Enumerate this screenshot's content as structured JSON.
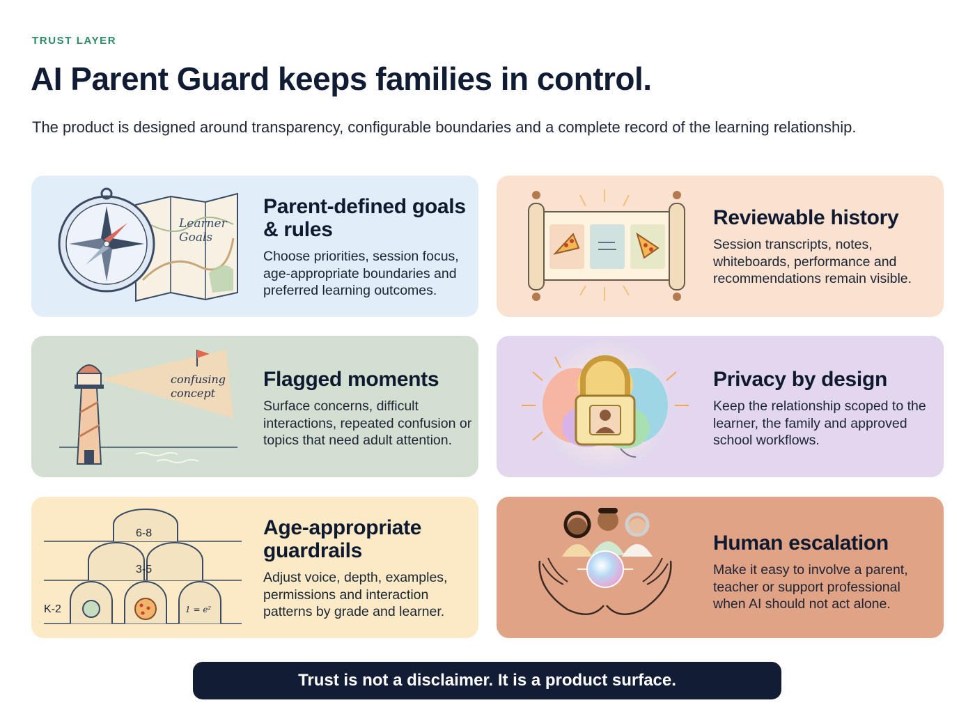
{
  "header": {
    "eyebrow": "TRUST LAYER",
    "title": "AI Parent Guard keeps families in control.",
    "subtitle": "The product is designed around transparency, configurable boundaries and a complete record of the learning relationship."
  },
  "cards": [
    {
      "title": "Parent-defined goals & rules",
      "description": "Choose priorities, session focus, age-appropriate boundaries and preferred learning outcomes.",
      "illustration_label": "Learner Goals",
      "color": "#e1edf8"
    },
    {
      "title": "Reviewable history",
      "description": "Session transcripts, notes, whiteboards, performance and recommendations remain visible.",
      "color": "#fbe1cf"
    },
    {
      "title": "Flagged moments",
      "description": "Surface concerns, difficult interactions, repeated confusion or topics that need adult attention.",
      "illustration_label": "confusing concept",
      "color": "#d3e0d1"
    },
    {
      "title": "Privacy by design",
      "description": "Keep the relationship scoped to the learner, the family and approved school workflows.",
      "color": "#e2d7ee"
    },
    {
      "title": "Age-appropriate guardrails",
      "description": "Adjust voice, depth, examples, permissions and interaction patterns by grade and learner.",
      "grade_labels": [
        "6-8",
        "3-5",
        "K-2"
      ],
      "color": "#fbeac5"
    },
    {
      "title": "Human escalation",
      "description": "Make it easy to involve a parent, teacher or support professional when AI should not act alone.",
      "color": "#e1a386"
    }
  ],
  "footer": {
    "statement": "Trust is not a disclaimer. It is a product surface."
  }
}
